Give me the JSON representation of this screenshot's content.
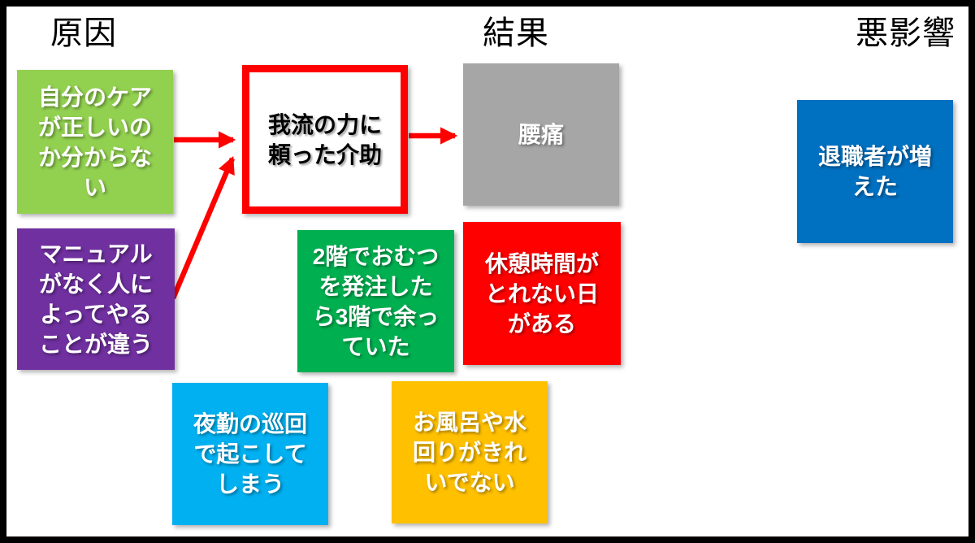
{
  "diagram": {
    "type": "cause-effect-diagram",
    "frame_color": "#000000",
    "background": "#ffffff",
    "arrow_color": "#FF0000",
    "highlight_border_color": "#FF0000"
  },
  "headers": {
    "cause": "原因",
    "result": "結果",
    "bad_influence": "悪影響"
  },
  "boxes": {
    "cause_self_care": {
      "label": "自分のケア\nが正しいの\nか分からな\nい",
      "color": "#92D050",
      "text_color": "#ffffff"
    },
    "cause_no_manual": {
      "label": "マニュアル\nがなく人に\nよってやる\nことが違う",
      "color": "#7030A0",
      "text_color": "#ffffff"
    },
    "problem_self_taught": {
      "label": "我流の力に\n頼った介助",
      "color": "#FFFFFF",
      "text_color": "#000000",
      "border_color": "#FF0000"
    },
    "result_back_pain": {
      "label": "腰痛",
      "color": "#A6A6A6",
      "text_color": "#ffffff"
    },
    "bad_retirees": {
      "label": "退職者が増\nえた",
      "color": "#0070C0",
      "text_color": "#ffffff"
    },
    "result_diapers": {
      "label": "2階でおむつ\nを発注した\nら3階で余っ\nていた",
      "color": "#00B050",
      "text_color": "#ffffff"
    },
    "result_no_break": {
      "label": "休憩時間が\nとれない日\nがある",
      "color": "#FF0000",
      "text_color": "#ffffff"
    },
    "result_night_patrol": {
      "label": "夜勤の巡回\nで起こして\nしまう",
      "color": "#00B0F0",
      "text_color": "#ffffff"
    },
    "result_bath_dirty": {
      "label": "お風呂や水\n回りがきれ\nいでない",
      "color": "#FFC000",
      "text_color": "#ffffff"
    }
  },
  "arrows": [
    {
      "from": "cause_self_care",
      "to": "problem_self_taught"
    },
    {
      "from": "cause_no_manual",
      "to": "problem_self_taught"
    },
    {
      "from": "problem_self_taught",
      "to": "result_back_pain"
    }
  ]
}
